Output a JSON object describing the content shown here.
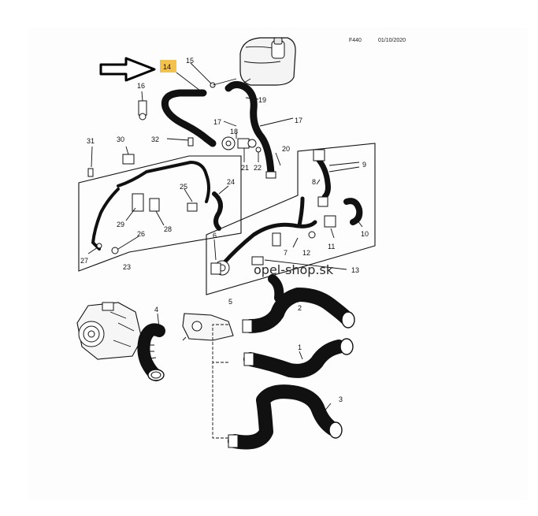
{
  "header": {
    "code": "F440",
    "date": "01/10/2020"
  },
  "highlight": {
    "label": "14",
    "color": "#f2c14e"
  },
  "watermark": "opel-shop.sk",
  "callouts": {
    "c1": "1",
    "c2": "2",
    "c3": "3",
    "c4": "4",
    "c5": "5",
    "c6": "6",
    "c7": "7",
    "c8": "8",
    "c9": "9",
    "c10": "10",
    "c11": "11",
    "c12": "12",
    "c13": "13",
    "c15": "15",
    "c16": "16",
    "c17a": "17",
    "c17b": "17",
    "c18": "18",
    "c19": "19",
    "c20": "20",
    "c21": "21",
    "c22": "22",
    "c23": "23",
    "c24": "24",
    "c25": "25",
    "c26": "26",
    "c27": "27",
    "c28": "28",
    "c29": "29",
    "c30": "30",
    "c31": "31",
    "c32": "32"
  },
  "icons": {
    "arrow": "pointer-arrow-icon"
  }
}
